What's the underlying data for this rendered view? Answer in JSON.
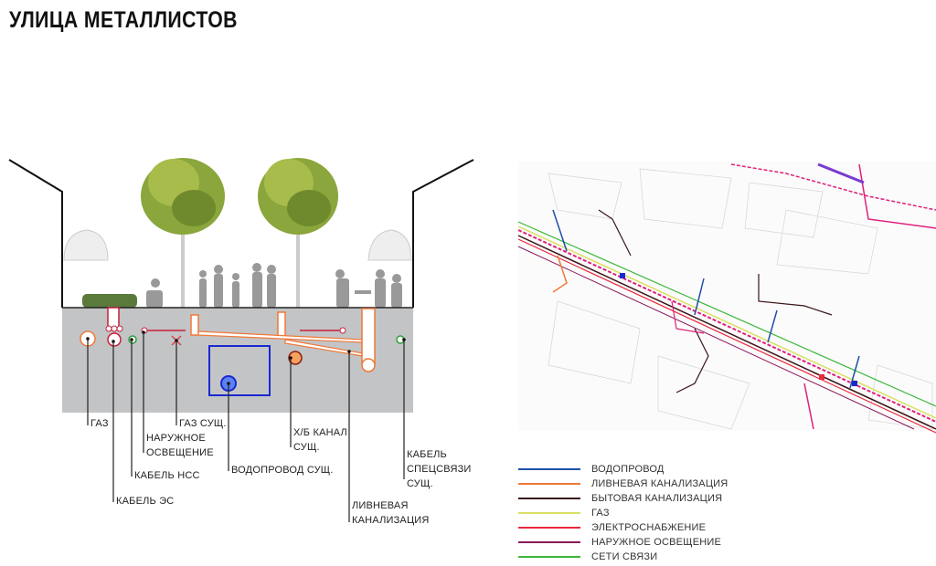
{
  "title": "УЛИЦА МЕТАЛЛИСТОВ",
  "section_labels": {
    "gas": "ГАЗ",
    "cable_es": "КАБЕЛЬ ЭС",
    "cable_nss": "КАБЕЛЬ НСС",
    "outdoor_lighting": "НАРУЖНОЕ\nОСВЕЩЕНИЕ",
    "gas_existing": "ГАЗ СУЩ.",
    "water_existing": "ВОДОПРОВОД СУЩ.",
    "channel_existing": "Х/Б КАНАЛ\nСУЩ.",
    "storm_sewer": "ЛИВНЕВАЯ\nКАНАЛИЗАЦИЯ",
    "special_cable": "КАБЕЛЬ\nСПЕЦСВЯЗИ\nСУЩ."
  },
  "legend": [
    {
      "label": "ВОДОПРОВОД",
      "color": "#1f4fa8"
    },
    {
      "label": "ЛИВНЕВАЯ КАНАЛИЗАЦИЯ",
      "color": "#f07838"
    },
    {
      "label": "БЫТОВАЯ КАНАЛИЗАЦИЯ",
      "color": "#3a1418"
    },
    {
      "label": "ГАЗ",
      "color": "#d8e060"
    },
    {
      "label": "ЭЛЕКТРОСНАБЖЕНИЕ",
      "color": "#e8283c"
    },
    {
      "label": "НАРУЖНОЕ ОСВЕЩЕНИЕ",
      "color": "#8a1a5a"
    },
    {
      "label": "СЕТИ СВЯЗИ",
      "color": "#3cb83c"
    }
  ]
}
